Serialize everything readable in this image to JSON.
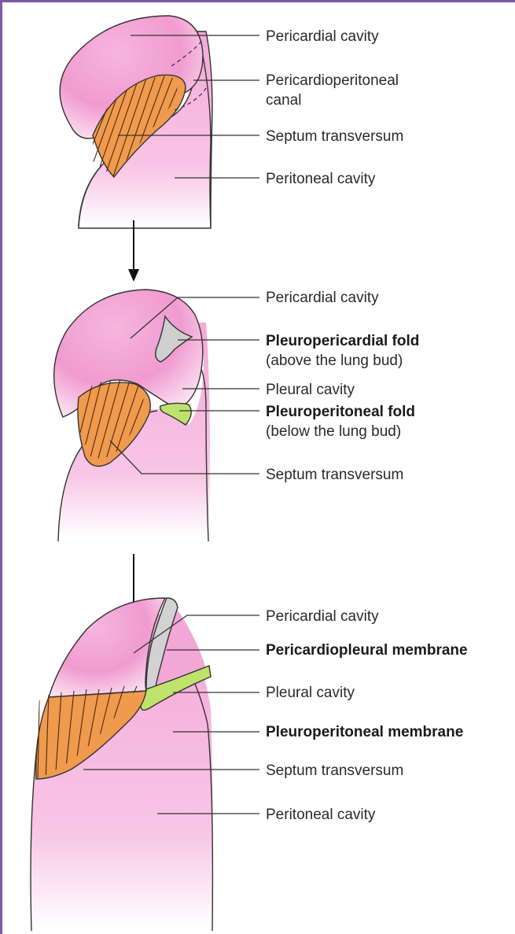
{
  "colors": {
    "frame": "#7b59a6",
    "pink_cavity": "#f3a5d3",
    "septum": "#f09a4e",
    "pleuropericardial": "#cfcfcf",
    "pleuroperitoneal": "#bfe36a"
  },
  "stage1": {
    "pericardial_cavity": "Pericardial cavity",
    "pericardioperitoneal_canal_line1": "Pericardioperitoneal",
    "pericardioperitoneal_canal_line2": "canal",
    "septum_transversum": "Septum transversum",
    "peritoneal_cavity": "Peritoneal cavity"
  },
  "stage2": {
    "pericardial_cavity": "Pericardial cavity",
    "pleuropericardial_fold": "Pleuropericardial fold",
    "pleuropericardial_fold_note": "(above the lung bud)",
    "pleural_cavity": "Pleural cavity",
    "pleuroperitoneal_fold": "Pleuroperitoneal fold",
    "pleuroperitoneal_fold_note": "(below the lung bud)",
    "septum_transversum": "Septum transversum"
  },
  "stage3": {
    "pericardial_cavity": "Pericardial cavity",
    "pericardiopleural_membrane": "Pericardiopleural membrane",
    "pleural_cavity": "Pleural cavity",
    "pleuroperitoneal_membrane": "Pleuroperitoneal membrane",
    "septum_transversum": "Septum transversum",
    "peritoneal_cavity": "Peritoneal cavity"
  }
}
